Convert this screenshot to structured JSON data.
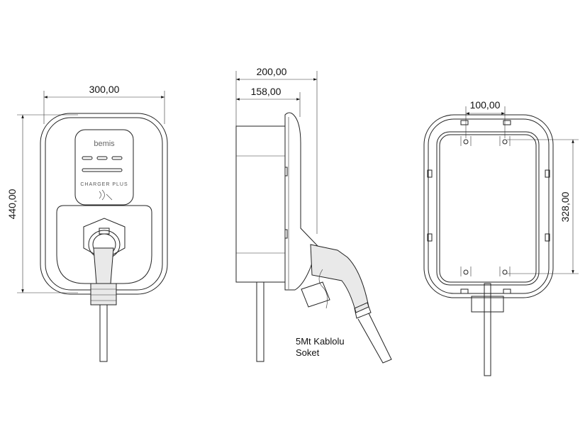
{
  "front_view": {
    "width_dim": "300,00",
    "height_dim": "440,00",
    "logo": "bemis",
    "product_label": "CHARGER PLUS"
  },
  "side_view": {
    "depth_dim_total": "200,00",
    "depth_dim_body": "158,00",
    "caption_line1": "5Mt Kablolu",
    "caption_line2": "Soket"
  },
  "rear_view": {
    "hole_spacing_horizontal": "100,00",
    "hole_spacing_vertical": "328,00"
  }
}
